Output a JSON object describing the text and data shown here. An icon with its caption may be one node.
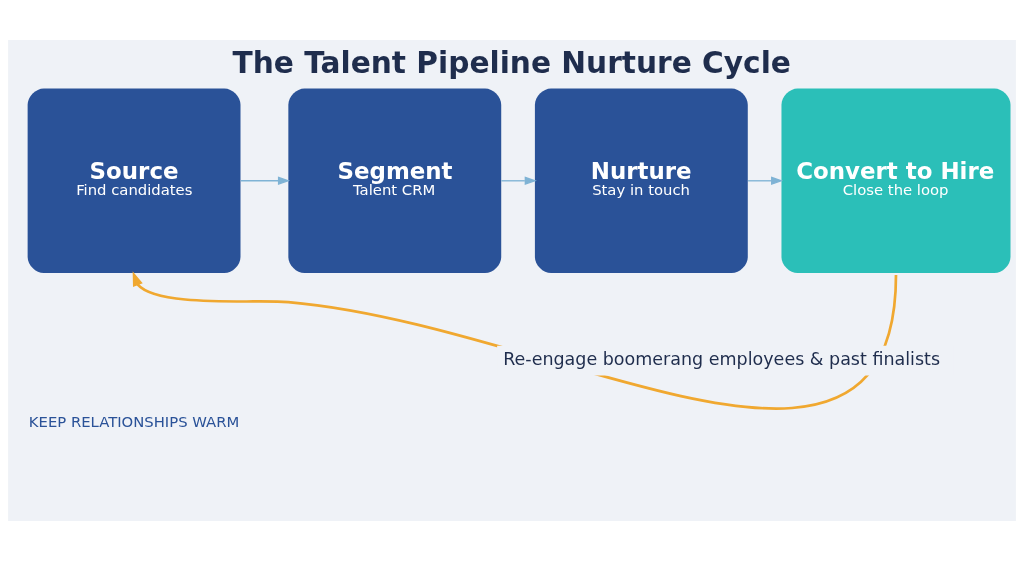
{
  "diagram": {
    "title": "The Talent Pipeline Nurture Cycle",
    "nodes": [
      {
        "text": [
          "Source",
          "Find candidates"
        ]
      },
      {
        "text": [
          "Segment",
          "Talent CRM"
        ]
      },
      {
        "text": [
          "Nurture",
          "Stay in touch"
        ]
      },
      {
        "text": [
          "Convert to Hire",
          "Close the loop"
        ]
      }
    ],
    "edges": [
      {
        "from": 0,
        "to": 1,
        "arrow": "to"
      },
      {
        "from": 1,
        "to": 2,
        "arrow": "to"
      },
      {
        "from": 2,
        "to": 3,
        "arrow": "to"
      },
      {
        "from": 3,
        "to": 0,
        "arrow": "to",
        "label": "Re-engage boomerang employees & past finalists",
        "color": "#f0a830"
      }
    ],
    "labels": [
      "KEEP RELATIONSHIPS WARM"
    ]
  }
}
